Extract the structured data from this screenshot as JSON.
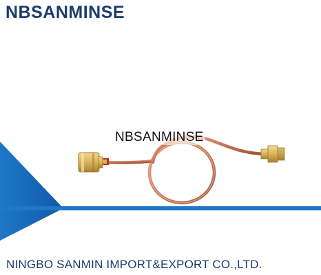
{
  "brand_logo_text": "NBSANMINSE",
  "watermark_text": "NBSANMINSE",
  "company_name": "NINGBO SANMIN IMPORT&EXPORT CO.,LTD.",
  "product": {
    "image_description_icon": "copper-coil-pressure-gauge-siphon-icon"
  },
  "colors": {
    "brand_blue": "#1b3a6e",
    "accent_blue": "#1f77c8",
    "copper": "#c9785a",
    "brass": "#d9b35a"
  }
}
